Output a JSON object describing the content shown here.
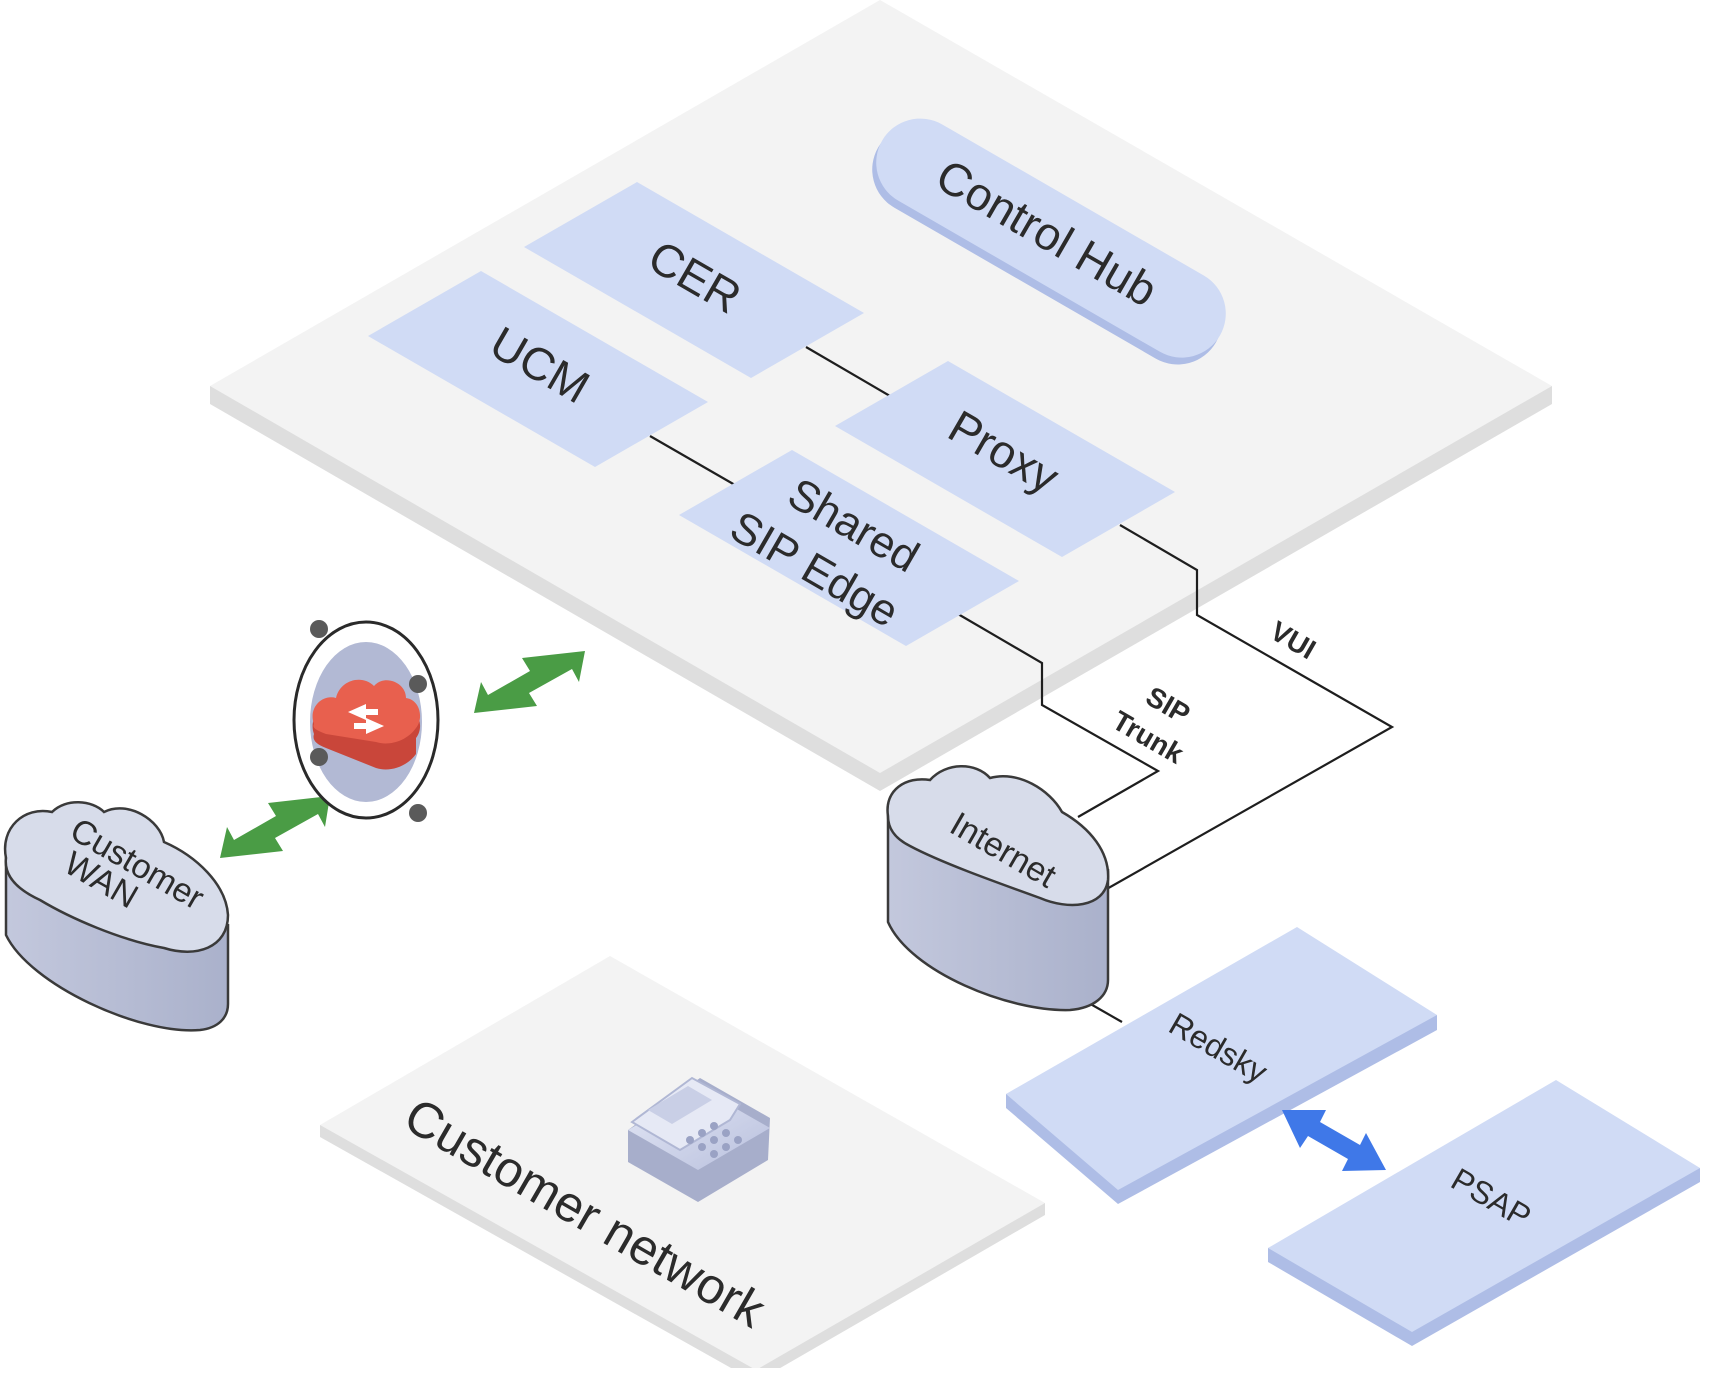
{
  "nodes": {
    "control_hub": "Control Hub",
    "cer": "CER",
    "ucm": "UCM",
    "proxy": "Proxy",
    "shared_sip_edge": [
      "Shared",
      "SIP Edge"
    ],
    "customer_wan": [
      "Customer",
      "WAN"
    ],
    "internet": "Internet",
    "redsky": "Redsky",
    "psap": "PSAP",
    "customer_network": "Customer network"
  },
  "links": {
    "sip_trunk": [
      "SIP",
      "Trunk"
    ],
    "vui": "VUI"
  },
  "colors": {
    "platform": "#f3f3f3",
    "platform_edge": "#dedede",
    "box": "#d0dbf5",
    "box_edge": "#a9b9e6",
    "cloud": "#d7dcea",
    "cloud_side": "#b9bfd6",
    "green_arrow": "#4a9c45",
    "blue_arrow": "#3f78e8",
    "router_red": "#e05a4a"
  },
  "icons": [
    "router-cloud-icon",
    "desk-phone-icon"
  ]
}
